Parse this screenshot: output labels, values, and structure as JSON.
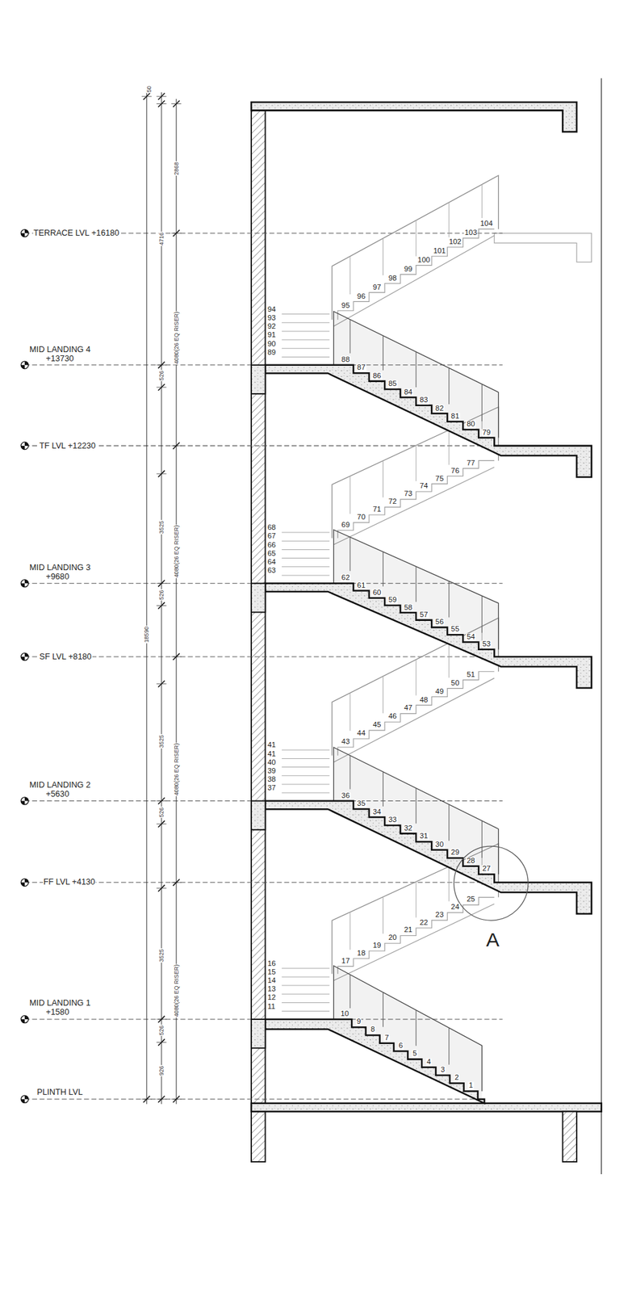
{
  "diagram": {
    "labels": [
      "TERRACE LVL +16180",
      "MID LANDING 4",
      "+13730",
      "TF LVL +12230",
      "MID LANDING 3",
      "+9680",
      "SF LVL +8180",
      "MID LANDING 2",
      "+5630",
      "FF LVL +4130",
      "MID LANDING 1",
      "+1580",
      "PLINTH LVL",
      "A",
      "50",
      "2868",
      "4716",
      "4080(26 EQ RISER)",
      "526",
      "3525",
      "4080(26 EQ RISER)",
      "526",
      "3525",
      "4080(26 EQ RISER)",
      "526",
      "3525",
      "4080(26 EQ RISER)",
      "526",
      "926",
      "18590",
      "1",
      "2",
      "3",
      "4",
      "5",
      "6",
      "7",
      "8",
      "9",
      "10",
      "16",
      "15",
      "14",
      "13",
      "12",
      "11",
      "17",
      "18",
      "19",
      "20",
      "21",
      "22",
      "23",
      "24",
      "25",
      "27",
      "28",
      "29",
      "30",
      "31",
      "32",
      "33",
      "34",
      "35",
      "36",
      "41",
      "41",
      "40",
      "39",
      "38",
      "37",
      "43",
      "44",
      "45",
      "46",
      "47",
      "48",
      "49",
      "50",
      "51",
      "53",
      "54",
      "55",
      "56",
      "57",
      "58",
      "59",
      "60",
      "61",
      "62",
      "68",
      "67",
      "66",
      "65",
      "64",
      "63",
      "69",
      "70",
      "71",
      "72",
      "73",
      "74",
      "75",
      "76",
      "77",
      "79",
      "80",
      "81",
      "82",
      "83",
      "84",
      "85",
      "86",
      "87",
      "88",
      "94",
      "93",
      "92",
      "91",
      "90",
      "89",
      "95",
      "96",
      "97",
      "98",
      "99",
      "100",
      "101",
      "102",
      "103",
      "104"
    ]
  }
}
